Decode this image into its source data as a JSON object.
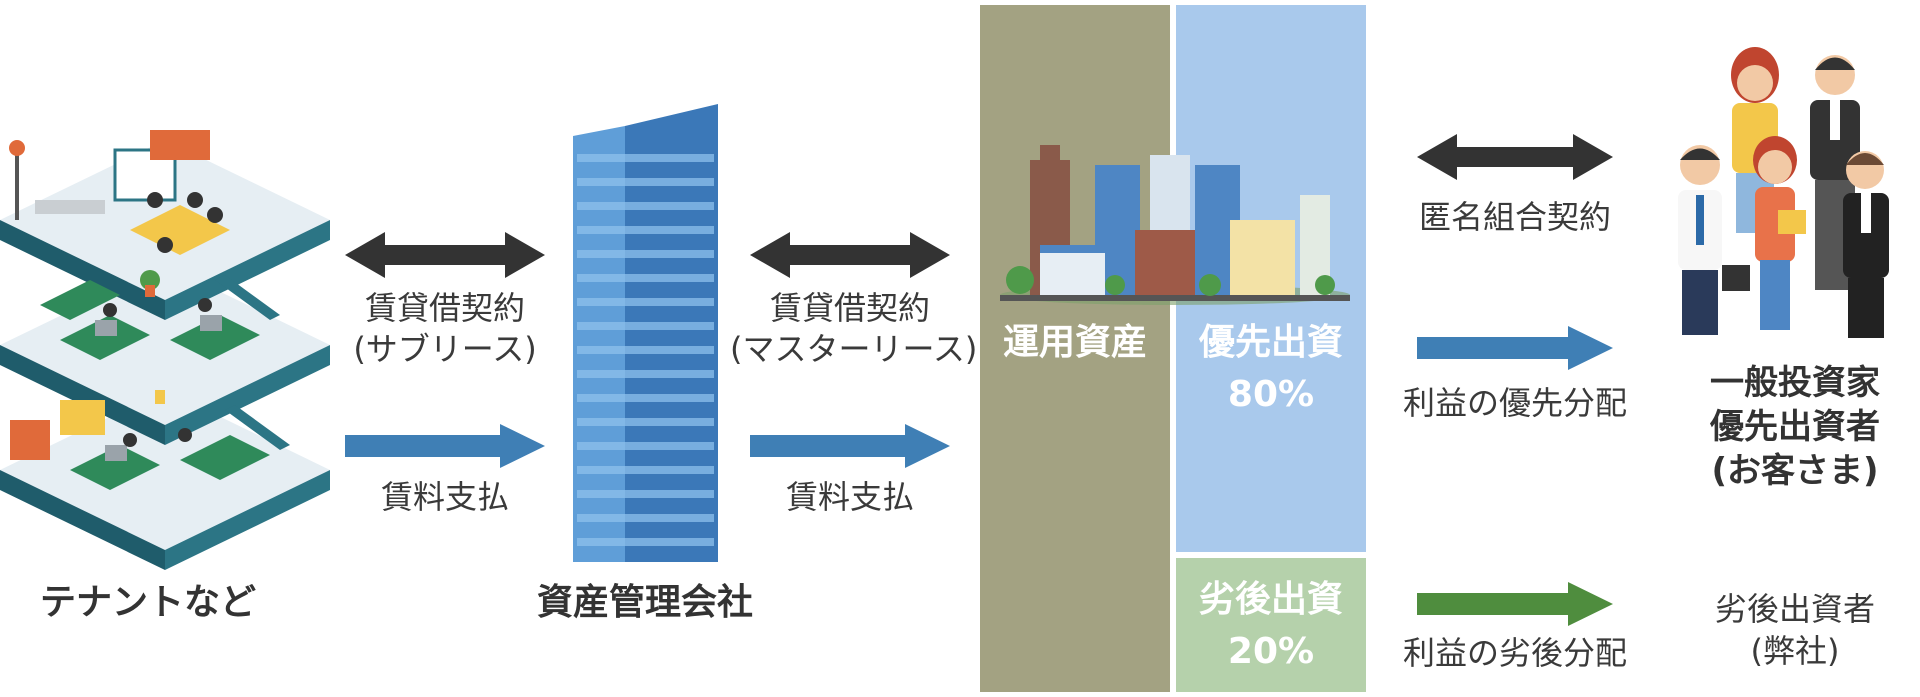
{
  "tenant": {
    "caption": "テナントなど"
  },
  "manager": {
    "caption": "資産管理会社"
  },
  "lease_left": {
    "title": "賃貸借契約",
    "sub": "(サブリース)",
    "rent": "賃料支払"
  },
  "lease_right": {
    "title": "賃貸借契約",
    "sub": "(マスターリース)",
    "rent": "賃料支払"
  },
  "assets": {
    "label": "運用資産"
  },
  "senior": {
    "label": "優先出資",
    "percent": "80%"
  },
  "junior": {
    "label": "劣後出資",
    "percent": "20%"
  },
  "flows": {
    "contract": "匿名組合契約",
    "senior_dist": "利益の優先分配",
    "junior_dist": "利益の劣後分配"
  },
  "investors": {
    "line1": "一般投資家",
    "line2": "優先出資者",
    "line3": "(お客さま)"
  },
  "junior_investor": {
    "line1": "劣後出資者",
    "line2": "(弊社)"
  },
  "colors": {
    "assets_panel": "#a3a282",
    "senior_panel": "#a9c9ec",
    "junior_panel": "#b5d1ab",
    "arrow_dark": "#333333",
    "arrow_blue": "#3f7fb5",
    "arrow_green": "#4f8d3e"
  }
}
